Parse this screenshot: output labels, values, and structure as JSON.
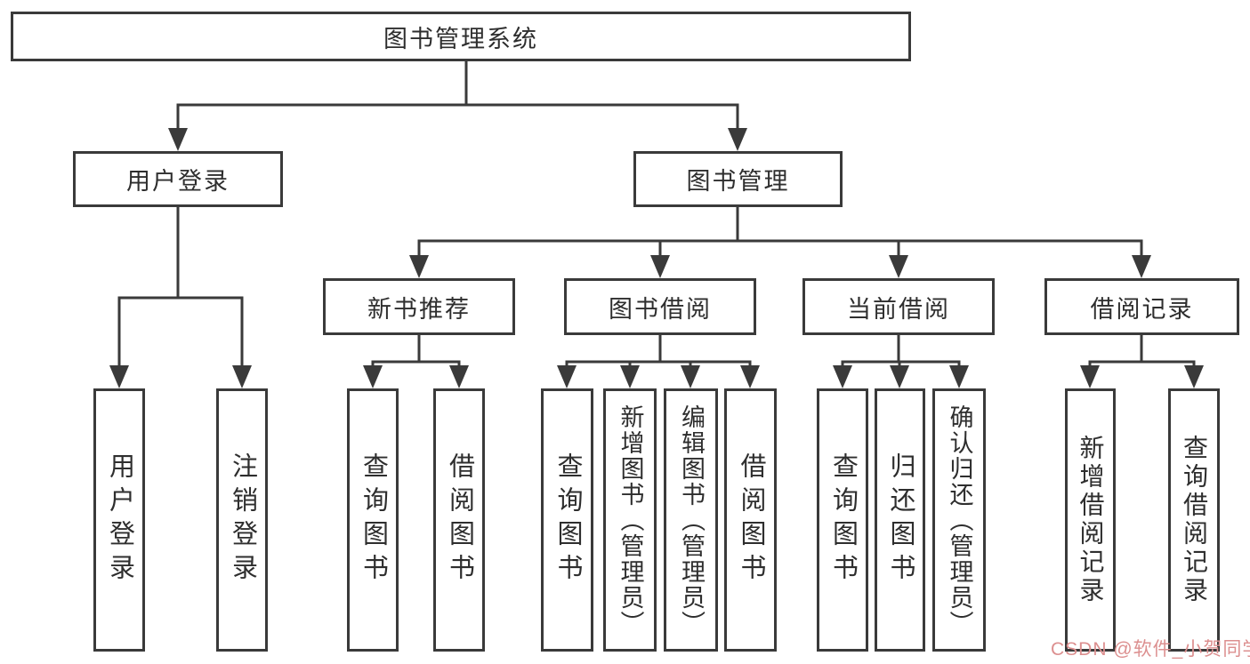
{
  "diagram": {
    "colors": {
      "background": "#ffffff",
      "line": "#3a3a3a",
      "box_border": "#3a3a3a",
      "text": "#2e2e2e",
      "watermark": "#dc8f8f"
    },
    "watermark": {
      "text": "CSDN @软件_小贺同学"
    },
    "tree": {
      "root": {
        "label": "图书管理系统"
      },
      "branches": [
        {
          "label": "用户登录",
          "children": [
            {
              "label": "用户登录"
            },
            {
              "label": "注销登录"
            }
          ]
        },
        {
          "label": "图书管理",
          "sections": [
            {
              "label": "新书推荐",
              "children": [
                {
                  "label": "查询图书"
                },
                {
                  "label": "借阅图书"
                }
              ]
            },
            {
              "label": "图书借阅",
              "children": [
                {
                  "label": "查询图书"
                },
                {
                  "label": "新增图书（管理员）"
                },
                {
                  "label": "编辑图书（管理员）"
                },
                {
                  "label": "借阅图书"
                }
              ]
            },
            {
              "label": "当前借阅",
              "children": [
                {
                  "label": "查询图书"
                },
                {
                  "label": "归还图书"
                },
                {
                  "label": "确认归还（管理员）"
                }
              ]
            },
            {
              "label": "借阅记录",
              "children": [
                {
                  "label": "新增借阅记录"
                },
                {
                  "label": "查询借阅记录"
                }
              ]
            }
          ]
        }
      ]
    }
  }
}
